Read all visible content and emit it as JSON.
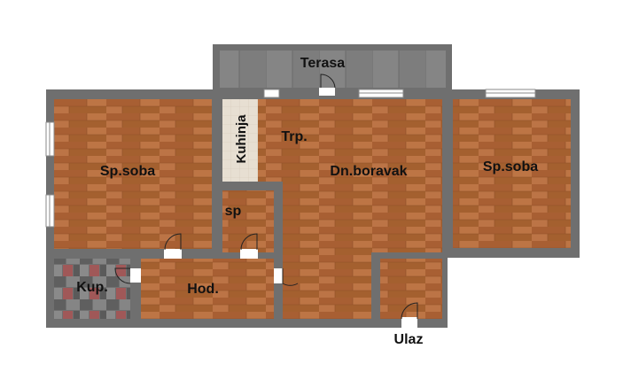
{
  "floor_plan": {
    "rooms": {
      "terasa": "Terasa",
      "left_bedroom": "Sp.soba",
      "kitchen": "Kuhinja",
      "dining": "Trp.",
      "living_room": "Dn.boravak",
      "right_bedroom": "Sp.soba",
      "storage": "sp",
      "bathroom": "Kup.",
      "hallway": "Hod.",
      "entrance": "Ulaz"
    },
    "colors": {
      "wall": "#6f6f6f",
      "wood_floor": "#b0693a",
      "terrace_floor": "#7d7d7d",
      "kitchen_floor": "#e5ddd0",
      "bathroom_tile": "#6a6a6a"
    }
  }
}
